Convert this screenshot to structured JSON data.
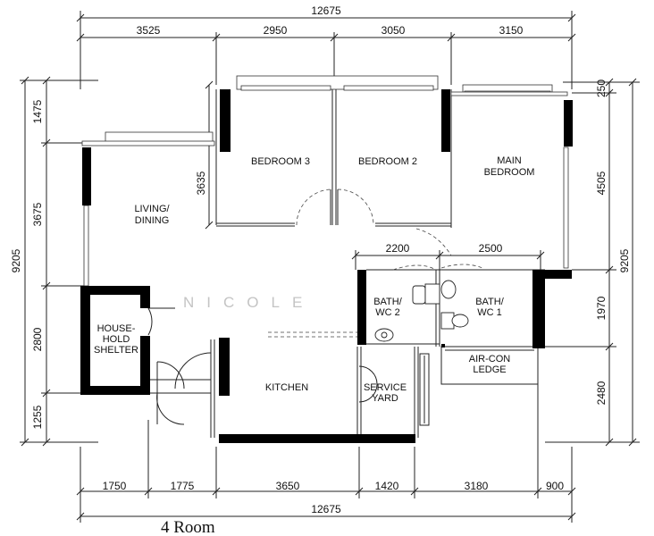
{
  "plan": {
    "caption": "4 Room",
    "watermark": "NICOLE",
    "dimensions": {
      "top_total": "12675",
      "top": [
        "3525",
        "2950",
        "3050",
        "3150"
      ],
      "left_total": "9205",
      "left": [
        "1475",
        "3675",
        "2800",
        "1255"
      ],
      "right_total": "9205",
      "right": [
        "250",
        "4505",
        "1970",
        "2480"
      ],
      "bottom": [
        "1750",
        "1775",
        "3650",
        "1420",
        "3180",
        "900"
      ],
      "bottom_total": "12675",
      "inner_bedroom3_height": "3635",
      "inner_bath2_width": "2200",
      "inner_bath1_width": "2500"
    },
    "rooms": {
      "bedroom3": "BEDROOM 3",
      "bedroom2": "BEDROOM 2",
      "main_bedroom_line1": "MAIN",
      "main_bedroom_line2": "BEDROOM",
      "living_line1": "LIVING/",
      "living_line2": "DINING",
      "shelter_line1": "HOUSE-",
      "shelter_line2": "HOLD",
      "shelter_line3": "SHELTER",
      "kitchen": "KITCHEN",
      "service_line1": "SERVICE",
      "service_line2": "YARD",
      "bath2_line1": "BATH/",
      "bath2_line2": "WC 2",
      "bath1_line1": "BATH/",
      "bath1_line2": "WC 1",
      "aircon_line1": "AIR-CON",
      "aircon_line2": "LEDGE"
    }
  }
}
